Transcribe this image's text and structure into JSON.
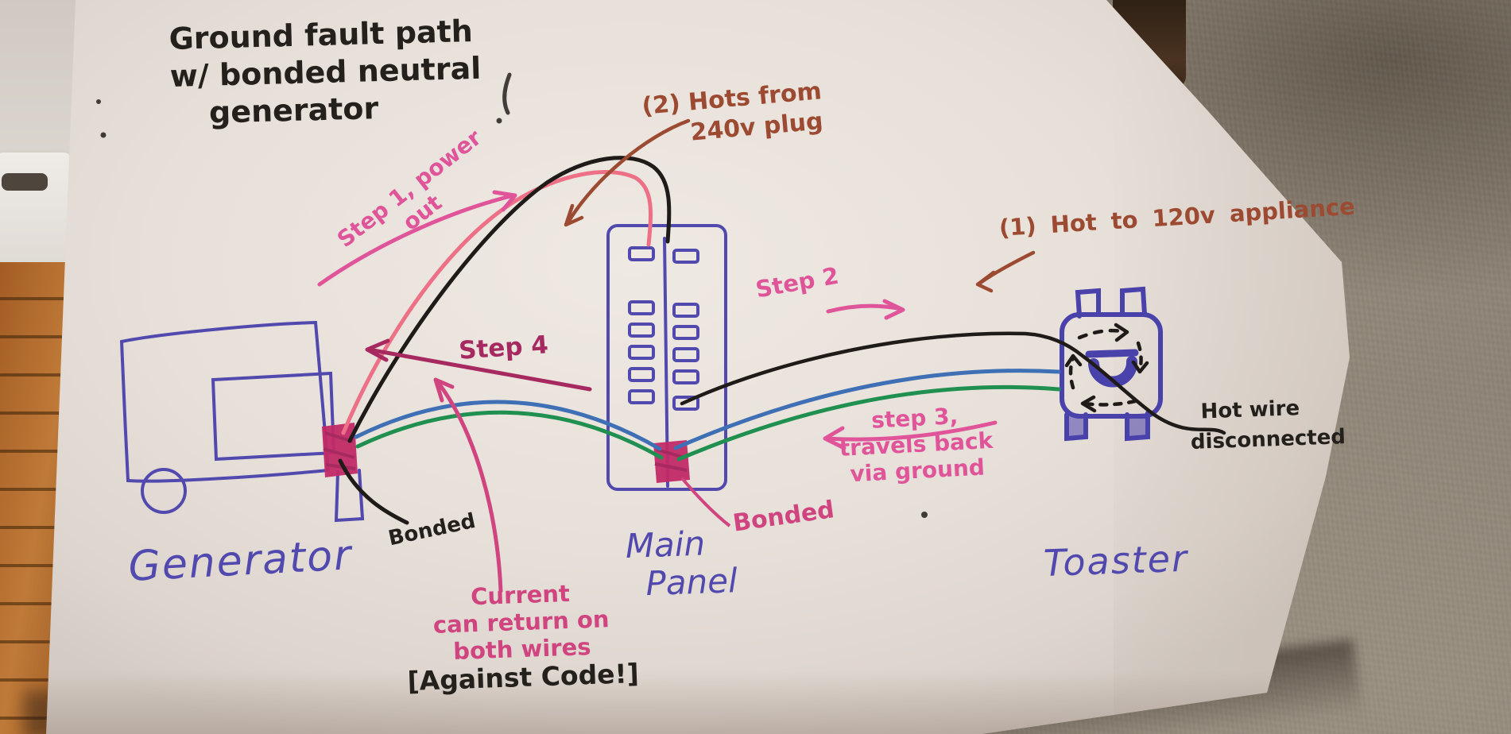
{
  "title": {
    "line1": "Ground fault path",
    "line2": "w/ bonded neutral",
    "line3": "generator"
  },
  "annotations": {
    "hots_240": {
      "line1": "(2) Hots from",
      "line2": "240v plug"
    },
    "step1": {
      "line1": "Step 1, power",
      "line2": "out"
    },
    "step2": "Step 2",
    "hot_120": "(1) Hot to 120v appliance",
    "step3": {
      "line1": "step 3,",
      "line2": "travels back",
      "line3": "via ground"
    },
    "step4": "Step 4",
    "bonded_generator": "Bonded",
    "bonded_panel": "Bonded",
    "hot_wire_disconnected": {
      "line1": "Hot wire",
      "line2": "disconnected"
    },
    "current_return": {
      "line1": "Current",
      "line2": "can return on",
      "line3": "both wires",
      "line4": "[Against Code!]"
    }
  },
  "labels": {
    "generator": "Generator",
    "main_panel_line1": "Main",
    "main_panel_line2": "Panel",
    "toaster": "Toaster"
  },
  "colors": {
    "ink": "#24201c",
    "sienna": "#9c4a32",
    "pink": "#e0559a",
    "pink_deep": "#d0457f",
    "magenta_dark": "#a62a60",
    "marker_blue": "#5149ae",
    "toaster_blue": "#4a42ab",
    "wire_red": "#ed7086",
    "wire_blue": "#3f6fb4",
    "wire_green": "#1f9050",
    "wire_black": "#1f1b18",
    "bond_block": "#c22a66"
  }
}
